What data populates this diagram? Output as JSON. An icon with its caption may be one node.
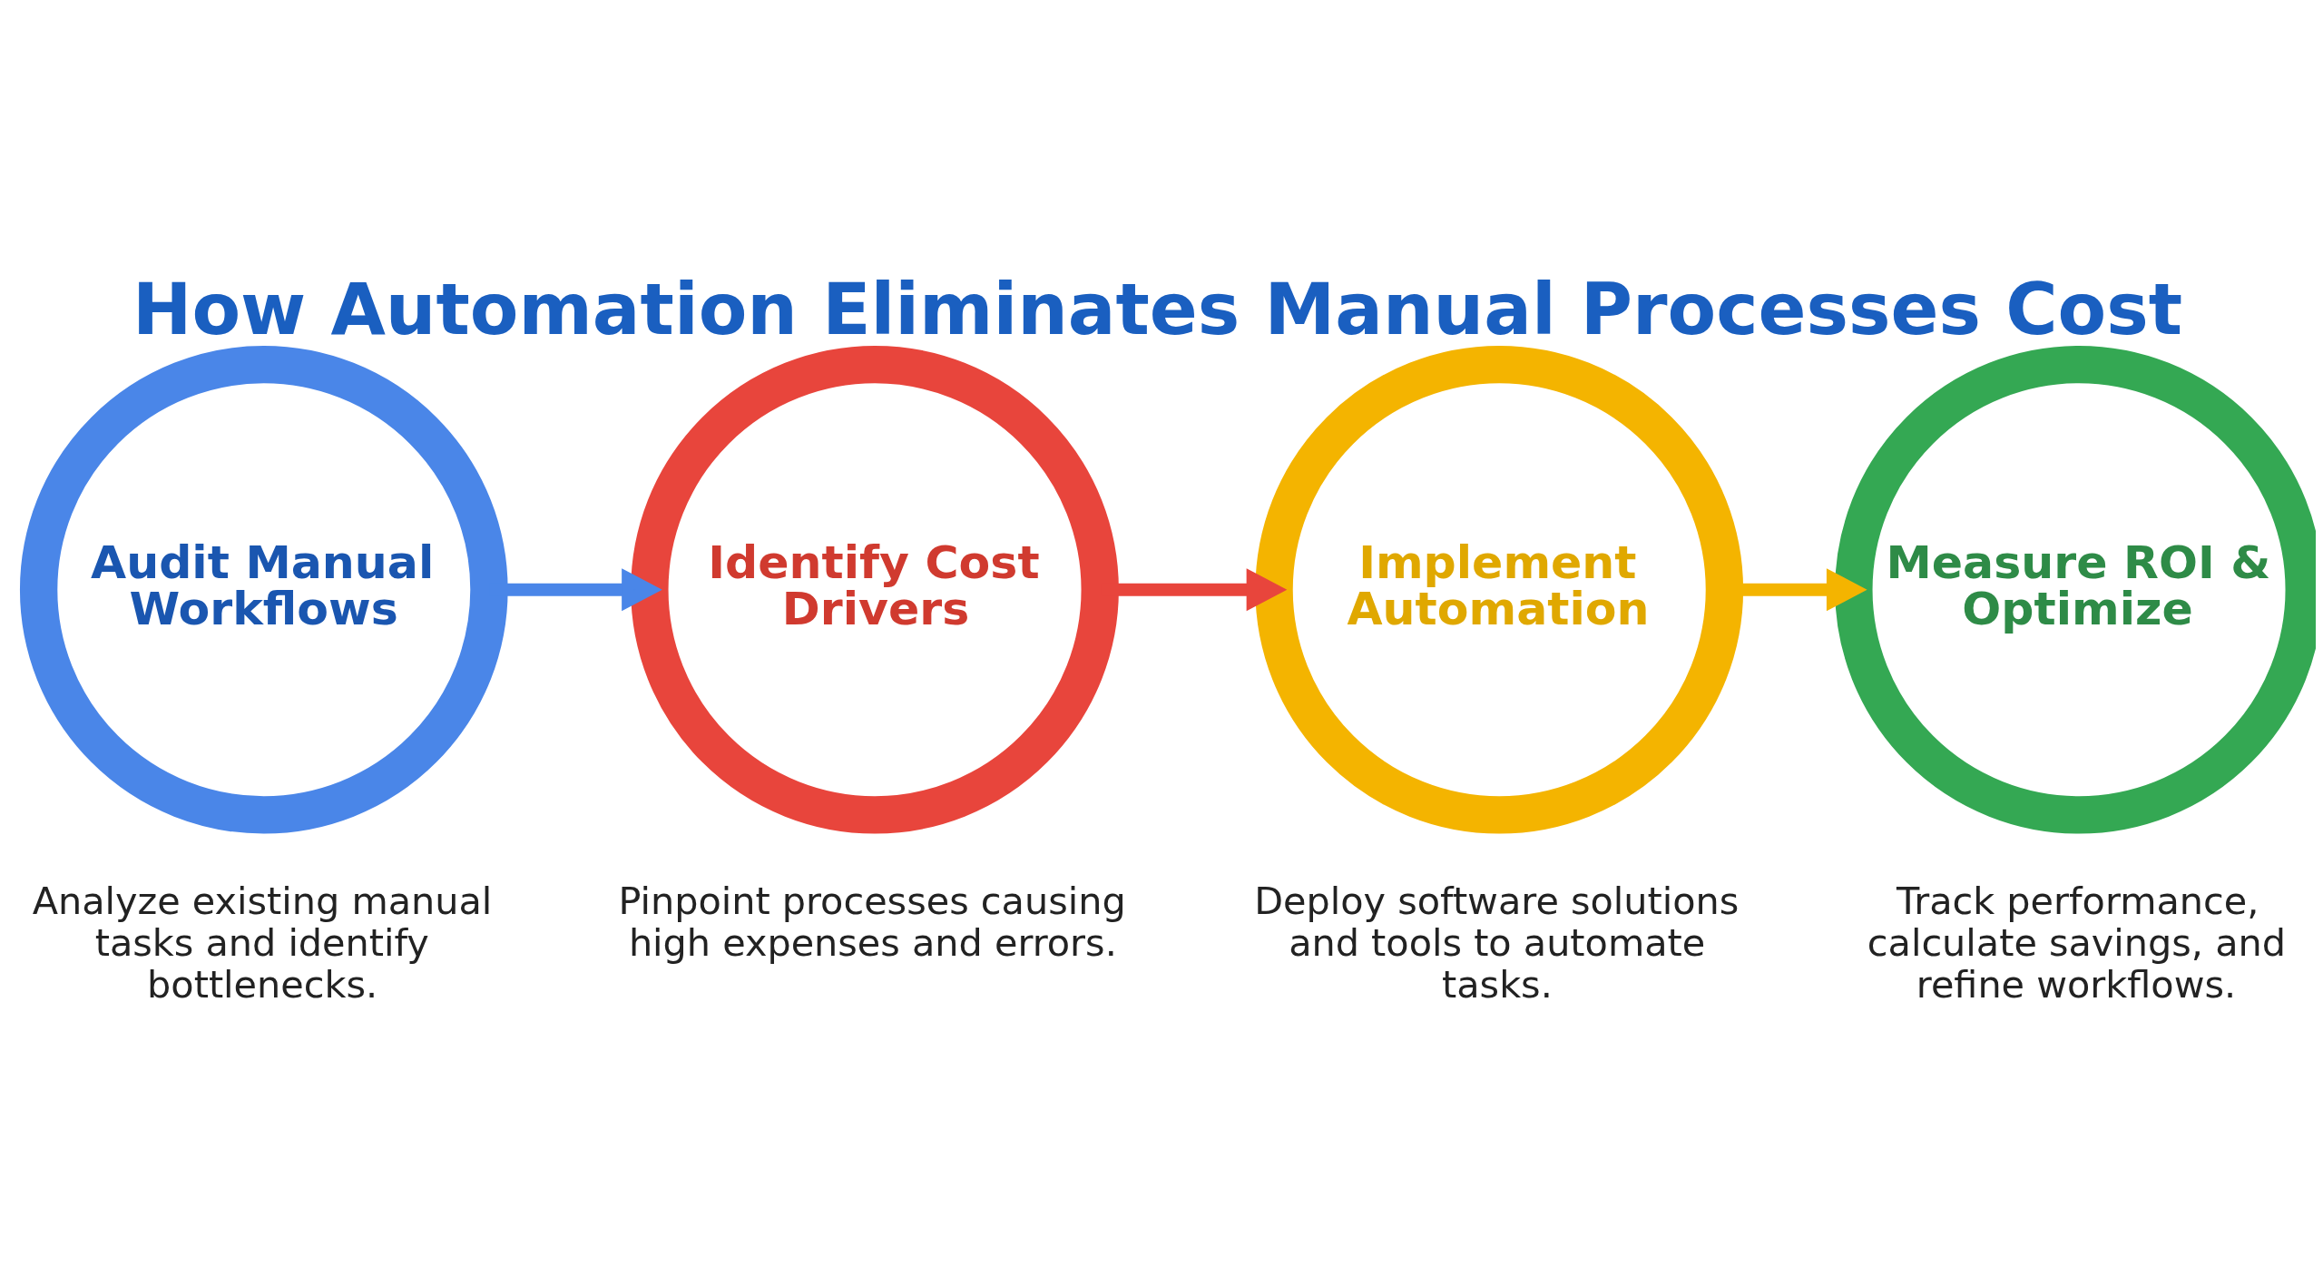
{
  "diagram": {
    "title": "How Automation Eliminates Manual Processes Cost",
    "nodes": [
      {
        "text": [
          "Audit Manual Workflows"
        ],
        "beside": [
          "Analyze existing manual tasks and identify bottlenecks."
        ]
      },
      {
        "text": [
          "Identify Cost Drivers"
        ],
        "beside": [
          "Pinpoint processes causing high expenses and errors."
        ]
      },
      {
        "text": [
          "Implement Automation"
        ],
        "beside": [
          "Deploy software solutions and tools to automate tasks."
        ]
      },
      {
        "text": [
          "Measure ROI & Optimize"
        ],
        "beside": [
          "Track performance, calculate savings, and refine workflows."
        ]
      }
    ],
    "edges": [
      {
        "from": 0,
        "to": 1,
        "arrow": "to",
        "color": "#4a86e8"
      },
      {
        "from": 1,
        "to": 2,
        "arrow": "to",
        "color": "#e8453c"
      },
      {
        "from": 2,
        "to": 3,
        "arrow": "to",
        "color": "#f4b400"
      }
    ]
  }
}
